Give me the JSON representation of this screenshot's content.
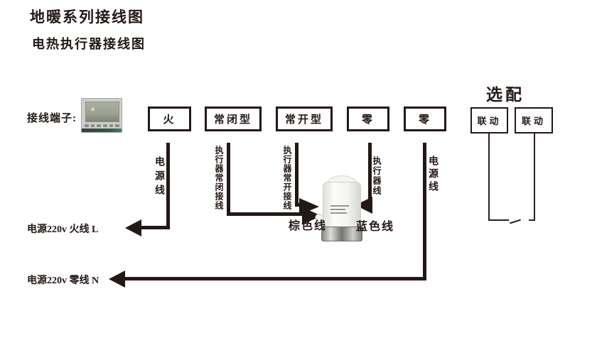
{
  "colors": {
    "ink": "#231815",
    "background": "#ffffff"
  },
  "header": {
    "title": "地暖系列接线图",
    "subtitle": "电热执行器接线图"
  },
  "terminal_section": {
    "label": "接线端子:"
  },
  "terminals": [
    {
      "label": "火"
    },
    {
      "label": "常闭型"
    },
    {
      "label": "常开型"
    },
    {
      "label": "零"
    },
    {
      "label": "零"
    }
  ],
  "optional_section": {
    "heading": "选配",
    "box1": "联动",
    "box2": "联动"
  },
  "wire_labels": {
    "live_power_line": "电源线",
    "nc_actuator_line": "执行器常闭接线",
    "no_actuator_line": "执行器常开接线",
    "actuator_line": "执行器线",
    "neutral_power_line": "电源线"
  },
  "actuator_labels": {
    "brown_wire": "棕色线",
    "blue_wire": "蓝色线"
  },
  "power_labels": {
    "live": "电源220v 火线 L",
    "neutral": "电源220v 零线 N"
  }
}
